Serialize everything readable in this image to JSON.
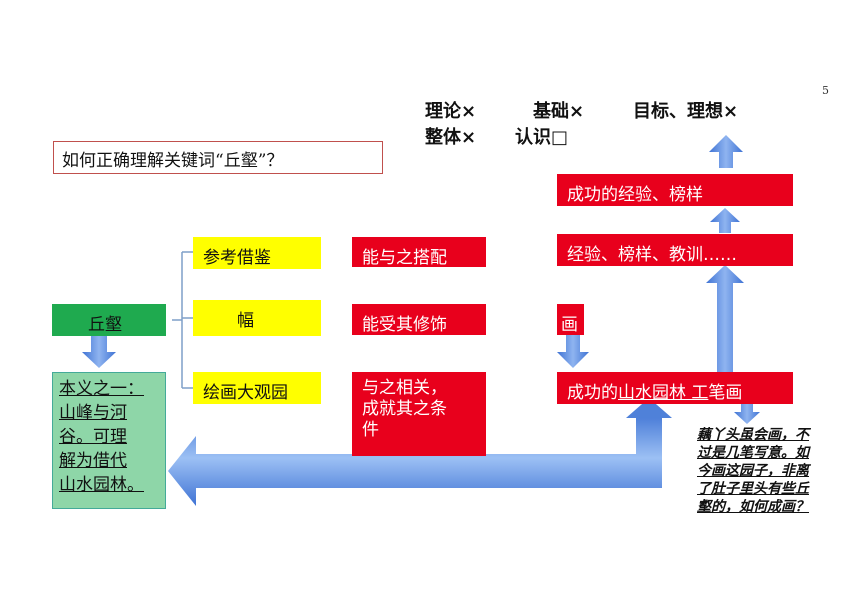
{
  "page_number": "5",
  "top_notes": {
    "line1": [
      {
        "text": "理论×"
      },
      {
        "text": "基础×"
      },
      {
        "text": "目标、理想×"
      }
    ],
    "line2": [
      {
        "text": "整体×"
      },
      {
        "text": "认识□"
      }
    ]
  },
  "question": "如何正确理解关键词“丘壑”？",
  "root": "丘壑",
  "definition_lines": [
    "本义之一：",
    "山峰与河",
    "谷。可理",
    "解为借代",
    "山水园林。"
  ],
  "branches": [
    {
      "label": "参考借鉴",
      "result": "能与之搭配"
    },
    {
      "label": "幅",
      "result": "能受其修饰"
    },
    {
      "label": "绘画大观园",
      "result_lines": [
        "与之相关，",
        "成就其之条",
        "件"
      ]
    }
  ],
  "right_column": {
    "top": "成功的经验、榜样",
    "second": "经验、榜样、教训……",
    "small": "画",
    "bottom_prefix": "成功的",
    "bottom_underlined": "山水园林 工",
    "bottom_suffix": "笔画"
  },
  "quote_lines": [
    "藕丫头虽会画，不",
    "过是几笔写意。如",
    "今画这园子，非离",
    "了肚子里头有些丘",
    "壑的，如何成画？"
  ],
  "colors": {
    "yellow": "#ffff00",
    "red": "#e8001c",
    "green": "#1faa4f",
    "light_green": "#8ed6a8",
    "arrow_blue": "#4f81d9",
    "bracket": "#7f9fc9"
  }
}
